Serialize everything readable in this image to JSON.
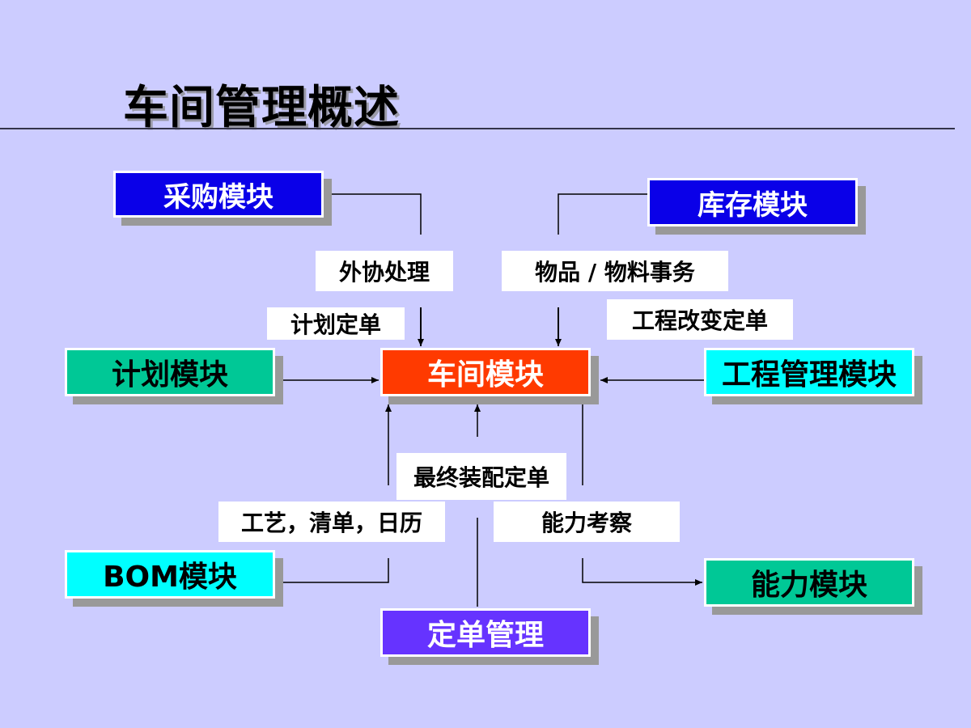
{
  "title": "车间管理概述",
  "modules": {
    "purchase": "采购模块",
    "inventory": "库存模块",
    "planning": "计划模块",
    "workshop": "车间模块",
    "engineering": "工程管理模块",
    "bom": "BOM模块",
    "capacity": "能力模块",
    "order_management": "定单管理"
  },
  "flow_labels": {
    "outsourcing": "外协处理",
    "items_transactions": "物品 / 物料事务",
    "planned_orders": "计划定单",
    "engineering_change_orders": "工程改变定单",
    "final_assembly_orders": "最终装配定单",
    "routing_bom_calendar": "工艺，清单，日历",
    "capacity_review": "能力考察"
  },
  "colors": {
    "background": "#ccccff",
    "blue_module": "#0a00e8",
    "green_module": "#00c896",
    "cyan_module": "#00ffff",
    "workshop_module": "#ff3a00",
    "order_module": "#6633ff"
  }
}
